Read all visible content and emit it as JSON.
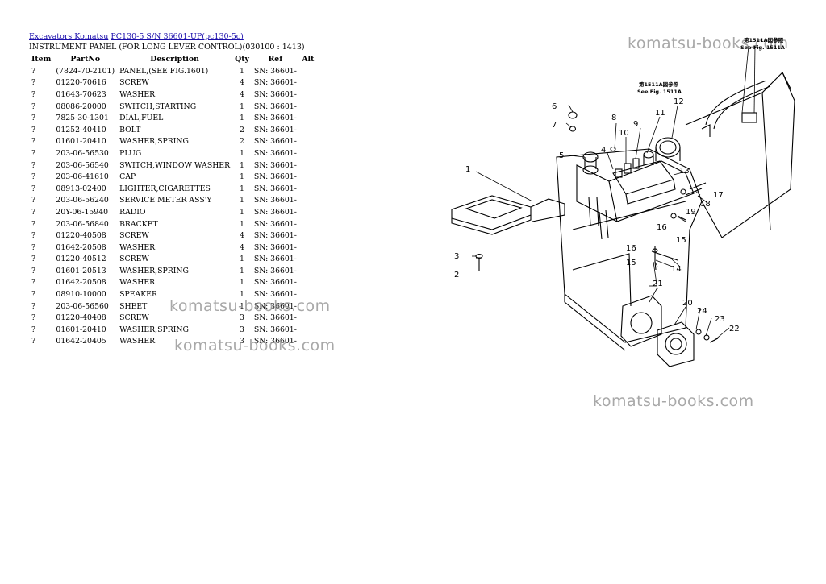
{
  "breadcrumb": {
    "link1": "Excavators Komatsu",
    "link2": "PC130-5 S/N 36601-UP(pc130-5c)"
  },
  "subtitle": "INSTRUMENT PANEL (FOR LONG LEVER CONTROL)(030100 : 1413)",
  "table": {
    "headers": [
      "Item",
      "PartNo",
      "Description",
      "Qty",
      "Ref",
      "Alt"
    ],
    "rows": [
      [
        "?",
        "(7824-70-2101)",
        "PANEL,(SEE FIG.1601)",
        "1",
        "SN: 36601-",
        ""
      ],
      [
        "?",
        "01220-70616",
        "SCREW",
        "4",
        "SN: 36601-",
        ""
      ],
      [
        "?",
        "01643-70623",
        "WASHER",
        "4",
        "SN: 36601-",
        ""
      ],
      [
        "?",
        "08086-20000",
        "SWITCH,STARTING",
        "1",
        "SN: 36601-",
        ""
      ],
      [
        "?",
        "7825-30-1301",
        "DIAL,FUEL",
        "1",
        "SN: 36601-",
        ""
      ],
      [
        "?",
        "01252-40410",
        "BOLT",
        "2",
        "SN: 36601-",
        ""
      ],
      [
        "?",
        "01601-20410",
        "WASHER,SPRING",
        "2",
        "SN: 36601-",
        ""
      ],
      [
        "?",
        "203-06-56530",
        "PLUG",
        "1",
        "SN: 36601-",
        ""
      ],
      [
        "?",
        "203-06-56540",
        "SWITCH,WINDOW WASHER",
        "1",
        "SN: 36601-",
        ""
      ],
      [
        "?",
        "203-06-41610",
        "CAP",
        "1",
        "SN: 36601-",
        ""
      ],
      [
        "?",
        "08913-02400",
        "LIGHTER,CIGARETTES",
        "1",
        "SN: 36601-",
        ""
      ],
      [
        "?",
        "203-06-56240",
        "SERVICE METER ASS'Y",
        "1",
        "SN: 36601-",
        ""
      ],
      [
        "?",
        "20Y-06-15940",
        "RADIO",
        "1",
        "SN: 36601-",
        ""
      ],
      [
        "?",
        "203-06-56840",
        "BRACKET",
        "1",
        "SN: 36601-",
        ""
      ],
      [
        "?",
        "01220-40508",
        "SCREW",
        "4",
        "SN: 36601-",
        ""
      ],
      [
        "?",
        "01642-20508",
        "WASHER",
        "4",
        "SN: 36601-",
        ""
      ],
      [
        "?",
        "01220-40512",
        "SCREW",
        "1",
        "SN: 36601-",
        ""
      ],
      [
        "?",
        "01601-20513",
        "WASHER,SPRING",
        "1",
        "SN: 36601-",
        ""
      ],
      [
        "?",
        "01642-20508",
        "WASHER",
        "1",
        "SN: 36601-",
        ""
      ],
      [
        "?",
        "08910-10000",
        "SPEAKER",
        "1",
        "SN: 36601-",
        ""
      ],
      [
        "?",
        "203-06-56560",
        "SHEET",
        "1",
        "SN: 36601-",
        ""
      ],
      [
        "?",
        "01220-40408",
        "SCREW",
        "3",
        "SN: 36601-",
        ""
      ],
      [
        "?",
        "01601-20410",
        "WASHER,SPRING",
        "3",
        "SN: 36601-",
        ""
      ],
      [
        "?",
        "01642-20405",
        "WASHER",
        "3",
        "SN: 36601-",
        ""
      ]
    ]
  },
  "watermark": "komatsu-books.com",
  "diagram": {
    "callouts": [
      "1",
      "2",
      "3",
      "4",
      "5",
      "6",
      "7",
      "8",
      "9",
      "10",
      "11",
      "12",
      "13",
      "14",
      "15",
      "15",
      "16",
      "16",
      "17",
      "18",
      "19",
      "20",
      "21",
      "22",
      "23",
      "24"
    ],
    "note_a": "第1511A図参照",
    "note_a_en": "See Fig. 1511A",
    "note_b": "第1511A図参照",
    "note_b_en": "See Fig. 1511A"
  }
}
